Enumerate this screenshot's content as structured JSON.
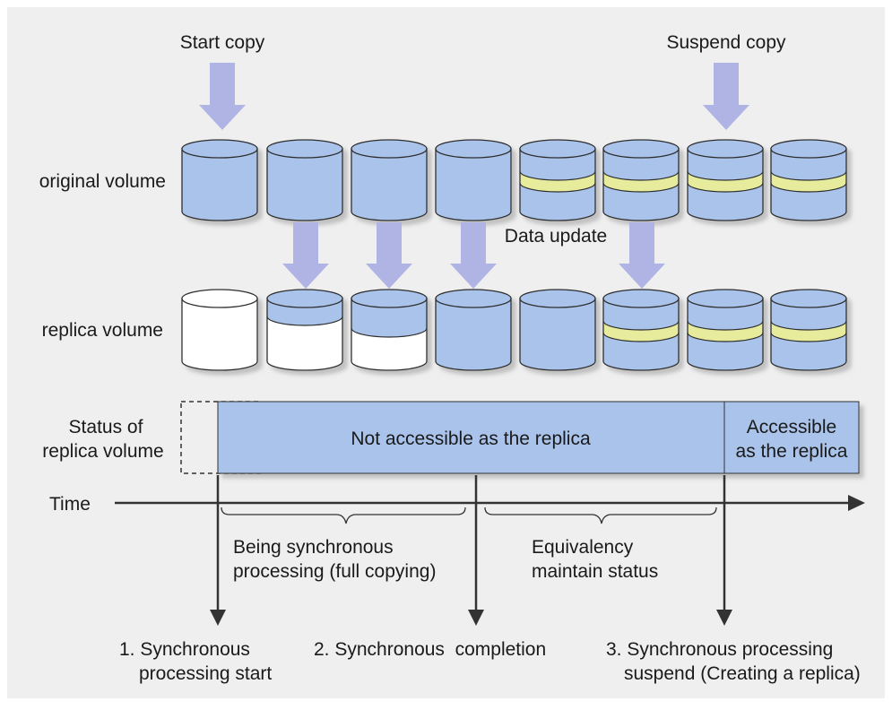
{
  "labels": {
    "start_copy": "Start copy",
    "suspend_copy": "Suspend copy",
    "original_volume": "original volume",
    "replica_volume": "replica volume",
    "data_update": "Data update",
    "status_line1": "Status of",
    "status_line2": "replica volume",
    "not_accessible": "Not accessible as the replica",
    "accessible_line1": "Accessible",
    "accessible_line2": "as the replica",
    "time": "Time",
    "phase1_line1": "Being synchronous",
    "phase1_line2": "processing (full copying)",
    "phase2_line1": "Equivalency",
    "phase2_line2": "maintain status",
    "event1_line1": "1. Synchronous",
    "event1_line2": "processing start",
    "event2": "2. Synchronous  completion",
    "event3_line1": "3. Synchronous processing",
    "event3_line2": "suspend (Creating a replica)"
  },
  "colors": {
    "background": "#efefef",
    "volume_fill": "#a9c3ea",
    "volume_top": "#a9c3ea",
    "volume_stroke": "#2f2f2f",
    "update_band": "#e6ec9c",
    "arrow_fill": "#b0b4e4",
    "status_fill": "#a9c3ea",
    "axis": "#333333"
  },
  "original_volume": [
    {
      "state": "full"
    },
    {
      "state": "full"
    },
    {
      "state": "full"
    },
    {
      "state": "full"
    },
    {
      "state": "updated"
    },
    {
      "state": "updated"
    },
    {
      "state": "updated"
    },
    {
      "state": "updated"
    }
  ],
  "replica_volume": [
    {
      "state": "empty"
    },
    {
      "state": "partial_small"
    },
    {
      "state": "partial_half"
    },
    {
      "state": "full"
    },
    {
      "state": "full"
    },
    {
      "state": "updated"
    },
    {
      "state": "updated"
    },
    {
      "state": "updated"
    }
  ]
}
